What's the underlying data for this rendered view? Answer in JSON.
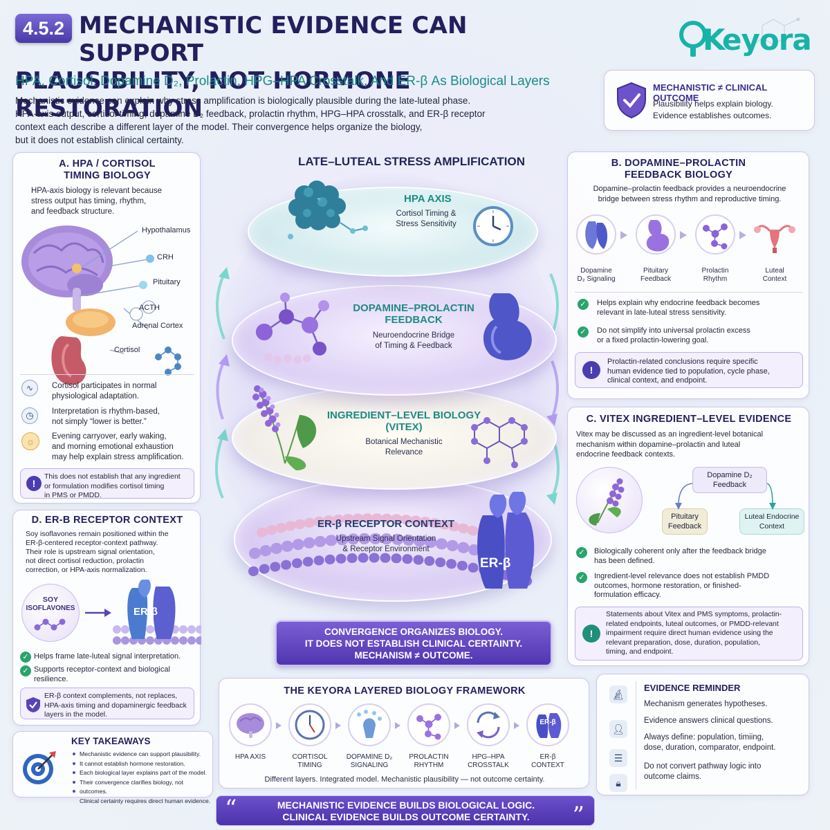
{
  "header": {
    "badge": "4.5.2",
    "title_line1": "MECHANISTIC EVIDENCE CAN SUPPORT",
    "title_line2": "PLAUSIBILITY, NOT HORMONE RESTORATION",
    "subtitle": "HPA, Cortisol, Dopamine D₂, Prolactin, HPG–HPA Crosstalk, And ER-β As Biological Layers",
    "intro": [
      "Mechanistic evidence can explain why stress amplification is biologically plausible during the late-luteal phase.",
      "HPA-axis output, cortisol timing, dopamine D₂ feedback, prolactin rhythm, HPG–HPA crosstalk, and ER-β receptor",
      "context each describe a different layer of the model. Their convergence helps organize the biology,",
      "but it does not establish clinical certainty."
    ],
    "logo_letter": "K",
    "logo_rest": "eyora"
  },
  "mech_box": {
    "title": "MECHANISTIC ≠ CLINICAL OUTCOME",
    "lines": [
      "Plausibility helps explain biology.",
      "Evidence establishes outcomes."
    ]
  },
  "panel_a": {
    "title": [
      "A.  HPA / CORTISOL",
      "TIMING BIOLOGY"
    ],
    "intro": [
      "HPA-axis biology is relevant because",
      "stress output has timing, rhythm,",
      "and feedback structure."
    ],
    "labels": {
      "hypothalamus": "Hypothalamus",
      "crh": "CRH",
      "pituitary": "Pituitary",
      "acth": "ACTH",
      "adrenal": "Adrenal Cortex",
      "cortisol": "Cortisol"
    },
    "items": [
      [
        "Cortisol participates in normal",
        "physiological adaptation."
      ],
      [
        "Interpretation is rhythm-based,",
        "not simply “lower is better.”"
      ],
      [
        "Evening carryover, early waking,",
        "and morning emotional exhaustion",
        "may help explain stress amplification."
      ]
    ],
    "note": [
      "This does not establish that any ingredient",
      "or formulation modifies cortisol timing",
      "in PMS or PMDD."
    ]
  },
  "panel_d": {
    "title": "D.  ER-β RECEPTOR CONTEXT",
    "intro": [
      "Soy isoflavones remain positioned within the",
      "ER-β-centered receptor-context pathway.",
      "Their role is upstream signal orientation,",
      "not direct cortisol reduction, prolactin",
      "correction, or HPA-axis normalization."
    ],
    "soy": [
      "SOY",
      "ISOFLAVONES"
    ],
    "erb": "ER-β",
    "checks": [
      [
        "Helps frame late-luteal signal interpretation."
      ],
      [
        "Supports receptor-context and biological",
        "resilience."
      ]
    ],
    "note": [
      "ER-β context complements, not replaces,",
      "HPA-axis timing and dopaminergic feedback",
      "layers in the model."
    ]
  },
  "takeaways": {
    "title": "KEY TAKEAWAYS",
    "items": [
      "Mechanistic evidence can support plausibility.",
      "It cannot establish hormone restoration.",
      "Each biological layer explains part of the model.",
      "Their convergence clarifies biology, not outcomes.",
      "Clinical certainty requires direct human evidence."
    ]
  },
  "center": {
    "title": "LATE–LUTEAL STRESS AMPLIFICATION",
    "layers": [
      {
        "title": [
          "HPA AXIS"
        ],
        "sub": [
          "Cortisol Timing &",
          "Stress Sensitivity"
        ]
      },
      {
        "title": [
          "DOPAMINE–PROLACTIN",
          "FEEDBACK"
        ],
        "sub": [
          "Neuroendocrine Bridge",
          "of Timing & Feedback"
        ]
      },
      {
        "title": [
          "INGREDIENT–LEVEL BIOLOGY",
          "(VITEX)"
        ],
        "sub": [
          "Botanical Mechanistic",
          "Relevance"
        ]
      },
      {
        "title": [
          "ER-β RECEPTOR CONTEXT"
        ],
        "sub": [
          "Upstream Signal Orientation",
          "& Receptor Environment"
        ]
      }
    ],
    "erb_label": "ER-β",
    "convergence": [
      "CONVERGENCE ORGANIZES BIOLOGY.",
      "IT DOES NOT ESTABLISH CLINICAL CERTAINTY.",
      "MECHANISM ≠ OUTCOME."
    ]
  },
  "panel_b": {
    "title": [
      "B.  DOPAMINE–PROLACTIN",
      "FEEDBACK BIOLOGY"
    ],
    "intro": [
      "Dopamine–prolactin feedback provides a neuroendocrine",
      "bridge between stress rhythm and reproductive timing."
    ],
    "flow": [
      [
        "Dopamine",
        "D₂ Signaling"
      ],
      [
        "Pituitary",
        "Feedback"
      ],
      [
        "Prolactin",
        "Rhythm"
      ],
      [
        "Luteal",
        "Context"
      ]
    ],
    "checks": [
      [
        "Helps explain why endocrine feedback becomes",
        "relevant in late-luteal stress sensitivity."
      ],
      [
        "Do not simplify into universal prolactin excess",
        "or a fixed prolactin-lowering goal."
      ]
    ],
    "note": [
      "Prolactin-related conclusions require specific",
      "human evidence tied to population, cycle phase,",
      "clinical context, and endpoint."
    ]
  },
  "panel_c": {
    "title": "C.  VITEX INGREDIENT–LEVEL EVIDENCE",
    "intro": [
      "Vitex may be discussed as an ingredient-level botanical",
      "mechanism within dopamine–prolactin and luteal",
      "endocrine feedback contexts."
    ],
    "nodes": {
      "dopamine": [
        "Dopamine D₂",
        "Feedback"
      ],
      "pituitary": [
        "Pituitary",
        "Feedback"
      ],
      "luteal": [
        "Luteal Endocrine",
        "Context"
      ]
    },
    "checks": [
      [
        "Biologically coherent only after the feedback bridge",
        "has been defined."
      ],
      [
        "Ingredient-level relevance does not establish PMDD",
        "outcomes, hormone restoration, or finished-",
        "formulation efficacy."
      ]
    ],
    "note": [
      "Statements about Vitex and PMS symptoms, prolactin-",
      "related endpoints, luteal outcomes, or PMDD-relevant",
      "impairment require direct human evidence using the",
      "relevant preparation, dose, duration, population,",
      "timing, and endpoint."
    ]
  },
  "framework": {
    "title": "THE KEYORA LAYERED BIOLOGY FRAMEWORK",
    "items": [
      [
        "HPA AXIS"
      ],
      [
        "CORTISOL",
        "TIMING"
      ],
      [
        "DOPAMINE D₂",
        "SIGNALING"
      ],
      [
        "PROLACTIN",
        "RHYTHM"
      ],
      [
        "HPG–HPA",
        "CROSSTALK"
      ],
      [
        "ER-β",
        "CONTEXT"
      ]
    ],
    "erb_icon": "ER-β",
    "footer": "Different layers.  Integrated model.  Mechanistic plausibility  —  not outcome certainty."
  },
  "reminder": {
    "title": "EVIDENCE REMINDER",
    "items": [
      [
        "Mechanism generates hypotheses."
      ],
      [
        "Evidence answers clinical questions."
      ],
      [
        "Always define: population, timiing,",
        "dose, duration, comparator, endpoint."
      ],
      [
        "Do not convert pathway logic into",
        "outcome claims."
      ]
    ]
  },
  "quote": {
    "open": "“",
    "close": "”",
    "lines": [
      "MECHANISTIC EVIDENCE BUILDS BIOLOGICAL LOGIC.",
      "CLINICAL EVIDENCE BUILDS OUTCOME CERTAINTY."
    ]
  },
  "colors": {
    "navy": "#231f5e",
    "teal": "#18b3a8",
    "purple": "#5a3fc0",
    "green": "#2aa36c",
    "subtitle": "#1a8a86"
  }
}
